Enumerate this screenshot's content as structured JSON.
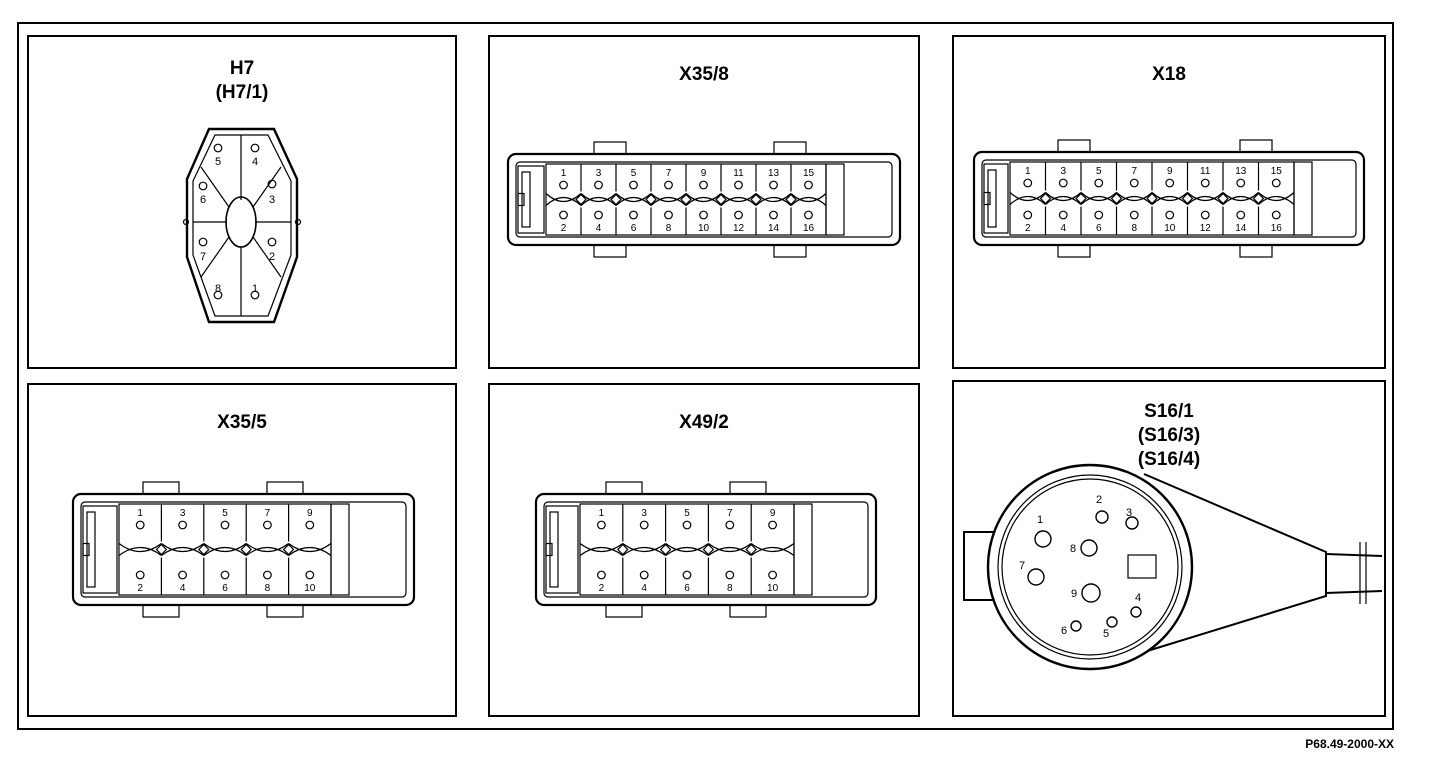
{
  "figure": {
    "reference_code": "P68.49-2000-XX"
  },
  "connectors": {
    "h7": {
      "title": "H7",
      "subtitle": "(H7/1)",
      "pins": [
        "1",
        "2",
        "3",
        "4",
        "5",
        "6",
        "7",
        "8"
      ]
    },
    "x35_8": {
      "title": "X35/8",
      "top_pins": [
        "1",
        "3",
        "5",
        "7",
        "9",
        "11",
        "13",
        "15"
      ],
      "bottom_pins": [
        "2",
        "4",
        "6",
        "8",
        "10",
        "12",
        "14",
        "16"
      ]
    },
    "x18": {
      "title": "X18",
      "top_pins": [
        "1",
        "3",
        "5",
        "7",
        "9",
        "11",
        "13",
        "15"
      ],
      "bottom_pins": [
        "2",
        "4",
        "6",
        "8",
        "10",
        "12",
        "14",
        "16"
      ]
    },
    "x35_5": {
      "title": "X35/5",
      "top_pins": [
        "1",
        "3",
        "5",
        "7",
        "9"
      ],
      "bottom_pins": [
        "2",
        "4",
        "6",
        "8",
        "10"
      ]
    },
    "x49_2": {
      "title": "X49/2",
      "top_pins": [
        "1",
        "3",
        "5",
        "7",
        "9"
      ],
      "bottom_pins": [
        "2",
        "4",
        "6",
        "8",
        "10"
      ]
    },
    "s16_1": {
      "title": "S16/1",
      "subtitle_1": "(S16/3)",
      "subtitle_2": "(S16/4)",
      "pins": [
        "1",
        "2",
        "3",
        "4",
        "5",
        "6",
        "7",
        "8",
        "9"
      ]
    }
  }
}
